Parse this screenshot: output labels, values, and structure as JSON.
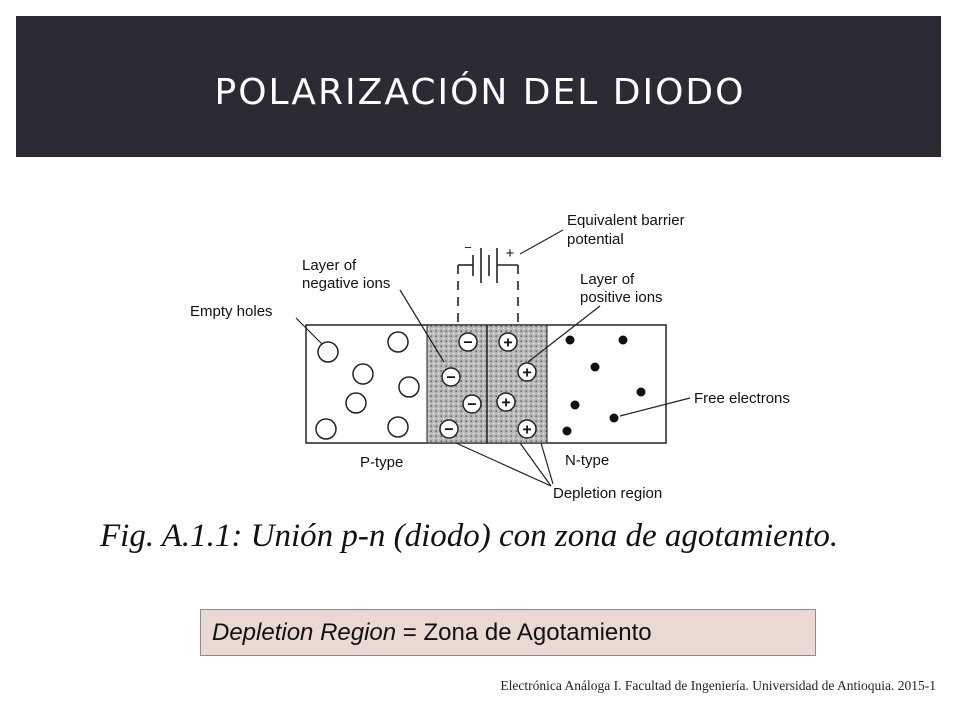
{
  "slide": {
    "title": "POLARIZACIÓN DEL DIODO",
    "footer": "Electrónica Análoga I.  Facultad de Ingeniería. Universidad de Antioquia.   2015-1"
  },
  "diagram": {
    "labels": {
      "equivalent_barrier_potential_1": "Equivalent barrier",
      "equivalent_barrier_potential_2": "potential",
      "layer_negative_ions_1": "Layer of",
      "layer_negative_ions_2": "negative ions",
      "layer_positive_ions_1": "Layer of",
      "layer_positive_ions_2": "positive ions",
      "empty_holes": "Empty holes",
      "free_electrons": "Free electrons",
      "p_type": "P-type",
      "n_type": "N-type",
      "depletion_region": "Depletion region"
    },
    "battery_minus": "−",
    "battery_plus": "+",
    "ion_negative": "−",
    "ion_positive": "+"
  },
  "caption": "Fig. A.1.1: Unión p-n (diodo) con zona de agotamiento.",
  "note": {
    "term": "Depletion Region",
    "definition": " = Zona de Agotamiento"
  }
}
